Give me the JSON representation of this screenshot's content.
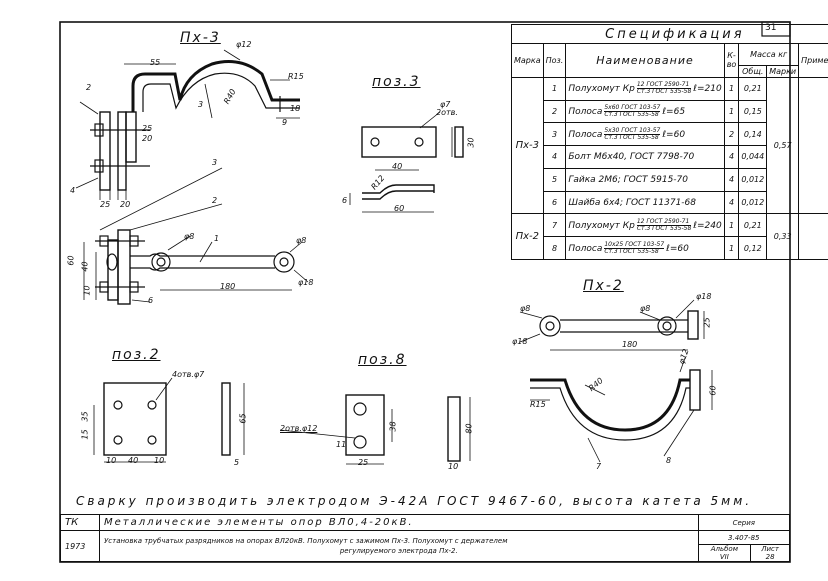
{
  "sheet_number": "31",
  "views": {
    "px3": "Пх-3",
    "px2": "Пх-2",
    "pos3": "поз.3",
    "pos2": "поз.2",
    "pos8": "поз.8"
  },
  "dims_px3": {
    "phi12": "φ12",
    "d55": "55",
    "r15": "R15",
    "r40": "R40",
    "d3": "3",
    "d18": "18",
    "d9": "9",
    "d25": "25",
    "d20": "20",
    "d25b": "25",
    "d20b": "20"
  },
  "callouts_px3": {
    "c2": "2",
    "c4": "4",
    "c3": "3",
    "c2b": "2",
    "c1": "1",
    "c6": "6"
  },
  "dims_px3_plan": {
    "d60": "60",
    "d40": "40",
    "d10": "10",
    "phi8a": "φ8",
    "phi8b": "φ8",
    "phi18": "φ18",
    "d180": "180"
  },
  "dims_pos3": {
    "phi7": "φ7",
    "hole2": "2отв.",
    "d30": "30",
    "d40": "40",
    "r12": "R12",
    "d6": "6",
    "d60": "60"
  },
  "dims_pos2": {
    "holes": "4отв.φ7",
    "d15": "15",
    "d35": "35",
    "d10a": "10",
    "d40": "40",
    "d10b": "10",
    "d65": "65",
    "d5": "5"
  },
  "dims_pos8": {
    "holes": "2отв.φ12",
    "d11": "11",
    "d38": "38",
    "d25": "25",
    "d80": "80",
    "d10": "10"
  },
  "dims_px2": {
    "phi8a": "φ8",
    "phi18a": "φ18",
    "phi8b": "φ8",
    "phi18b": "φ18",
    "d180": "180",
    "d25": "25",
    "r40": "R40",
    "phi12": "φ12",
    "r15": "R15",
    "d60": "60",
    "c7": "7",
    "c8": "8"
  },
  "spec": {
    "title": "Спецификация",
    "headers": {
      "mark": "Марка",
      "pos": "Поз.",
      "name": "Наименование",
      "qty": "К-во",
      "mass": "Масса кг",
      "mass_total": "Общ.",
      "mass_mark": "Марки",
      "note": "Примеч."
    },
    "groups": [
      {
        "mark": "Пх-3",
        "mass_mark": "0,57",
        "rows": [
          {
            "pos": "1",
            "name": "Полухомут Кр",
            "sub_top": "12 ГОСТ 2590-71",
            "sub_bot": "Ст.3 ГОСТ 535-58",
            "tail": "ℓ=210",
            "qty": "1",
            "mass": "0,21"
          },
          {
            "pos": "2",
            "name": "Полоса",
            "sub_top": "5х60 ГОСТ 103-57",
            "sub_bot": "Ст.3 ГОСТ 535-58",
            "tail": "ℓ=65",
            "qty": "1",
            "mass": "0,15"
          },
          {
            "pos": "3",
            "name": "Полоса",
            "sub_top": "5х30 ГОСТ 103-57",
            "sub_bot": "Ст.3 ГОСТ 535-58",
            "tail": "ℓ=60",
            "qty": "2",
            "mass": "0,14"
          },
          {
            "pos": "4",
            "name": "Болт М6х40, ГОСТ 7798-70",
            "sub_top": "",
            "sub_bot": "",
            "tail": "",
            "qty": "4",
            "mass": "0,044"
          },
          {
            "pos": "5",
            "name": "Гайка 2М6; ГОСТ 5915-70",
            "sub_top": "",
            "sub_bot": "",
            "tail": "",
            "qty": "4",
            "mass": "0,012"
          },
          {
            "pos": "6",
            "name": "Шайба 6х4; ГОСТ 11371-68",
            "sub_top": "",
            "sub_bot": "",
            "tail": "",
            "qty": "4",
            "mass": "0,012"
          }
        ]
      },
      {
        "mark": "Пх-2",
        "mass_mark": "0,33",
        "rows": [
          {
            "pos": "7",
            "name": "Полухомут Кр",
            "sub_top": "12 ГОСТ 2590-71",
            "sub_bot": "Ст.3 ГОСТ 535-58",
            "tail": "ℓ=240",
            "qty": "1",
            "mass": "0,21"
          },
          {
            "pos": "8",
            "name": "Полоса",
            "sub_top": "10х25 ГОСТ 103-57",
            "sub_bot": "Ст.3 ГОСТ 535-58",
            "tail": "ℓ=60",
            "qty": "1",
            "mass": "0,12"
          }
        ]
      }
    ]
  },
  "note": "Сварку производить электродом Э-42А ГОСТ 9467-60, высота катета 5мм.",
  "title_block": {
    "org": "ТК",
    "year": "1973",
    "title": "Металлические элементы опор ВЛ0,4-20кВ.",
    "subtitle_1": "Установка трубчатых разрядников на опорах ВЛ20кВ. Полухомут с зажимом Пх-3. Полухомут с держателем",
    "subtitle_2": "регулируемого электрода Пх-2.",
    "series_label": "Серия",
    "series_value": "3.407-85",
    "album_label": "Альбом",
    "album_value": "VII",
    "sheet_label": "Лист",
    "sheet_value": "28"
  }
}
